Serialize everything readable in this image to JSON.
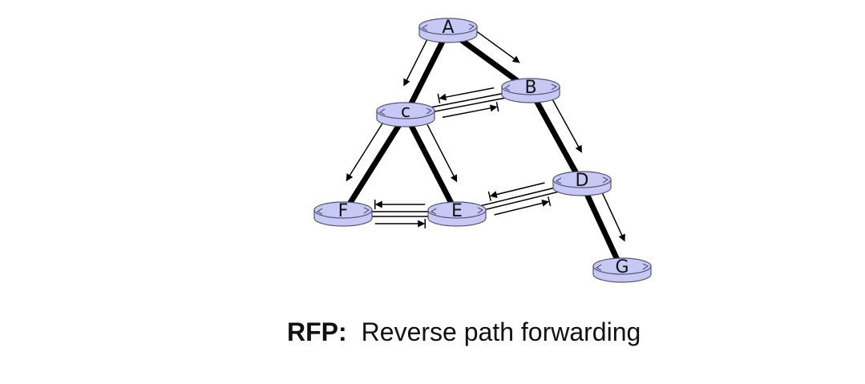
{
  "nodes": [
    {
      "id": "A",
      "label": "A"
    },
    {
      "id": "B",
      "label": "B"
    },
    {
      "id": "C",
      "label": "c"
    },
    {
      "id": "D",
      "label": "D"
    },
    {
      "id": "E",
      "label": "E"
    },
    {
      "id": "F",
      "label": "F"
    },
    {
      "id": "G",
      "label": "G"
    }
  ],
  "tree_links": [
    {
      "from": "A",
      "to": "C"
    },
    {
      "from": "A",
      "to": "B"
    },
    {
      "from": "B",
      "to": "D"
    },
    {
      "from": "C",
      "to": "F"
    },
    {
      "from": "C",
      "to": "E"
    },
    {
      "from": "D",
      "to": "G"
    }
  ],
  "non_tree_links": [
    {
      "between": [
        "C",
        "B"
      ]
    },
    {
      "between": [
        "F",
        "E"
      ]
    },
    {
      "between": [
        "E",
        "D"
      ]
    }
  ],
  "forwarded_packets": [
    {
      "from": "A",
      "to": "C"
    },
    {
      "from": "A",
      "to": "B"
    },
    {
      "from": "B",
      "to": "D"
    },
    {
      "from": "C",
      "to": "F"
    },
    {
      "from": "C",
      "to": "E"
    },
    {
      "from": "D",
      "to": "G"
    }
  ],
  "dropped_packets": [
    {
      "from": "B",
      "to": "C"
    },
    {
      "from": "C",
      "to": "B"
    },
    {
      "from": "F",
      "to": "E"
    },
    {
      "from": "E",
      "to": "F"
    },
    {
      "from": "D",
      "to": "E"
    },
    {
      "from": "E",
      "to": "D"
    }
  ],
  "colors": {
    "router_fill": "#c8c8f5",
    "router_stroke": "#555577",
    "link": "#000000",
    "arrow": "#000000"
  },
  "caption": {
    "abbr": "RFP:",
    "text": "Reverse path forwarding"
  }
}
